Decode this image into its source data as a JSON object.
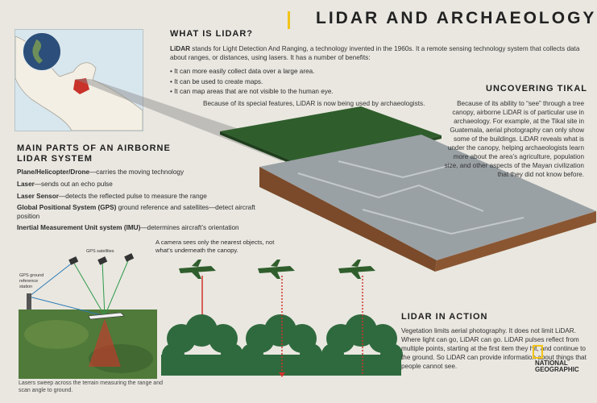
{
  "title": "LIDAR AND ARCHAEOLOGY",
  "what_is": {
    "heading": "WHAT IS LIDAR?",
    "lead_bold": "LiDAR",
    "paragraph": " stands for Light Detection And Ranging, a technology invented in the 1960s. It a remote sensing technology system that collects data about ranges, or distances, using lasers. It has a number of benefits:",
    "benefits": [
      "It can more easily collect data over a large area.",
      "It can be used to create maps.",
      "It can map areas that are not visible to the human eye."
    ],
    "closing": "Because of its special features, LiDAR is now being used by archaeologists."
  },
  "tikal": {
    "heading": "UNCOVERING TIKAL",
    "paragraph": "Because of its ability to “see” through a tree canopy, airborne LiDAR is of particular use in archaeology. For example, at the Tikal site in Guatemala, aerial photography can only show some of the buildings. LiDAR reveals what is under the canopy, helping archaeologists learn more about the area’s agriculture, population size, and other aspects of the Mayan civilization that they did not know before."
  },
  "parts": {
    "heading": "MAIN PARTS OF AN AIRBORNE LIDAR SYSTEM",
    "items": [
      {
        "term": "Plane/Helicopter/Drone",
        "desc": "—carries the moving technology"
      },
      {
        "term": "Laser",
        "desc": "—sends out an echo pulse"
      },
      {
        "term": "Laser Sensor",
        "desc": "—detects the reflected pulse to measure the range"
      },
      {
        "term": "Global Positional System (GPS)",
        "desc": " ground reference and satellites—detect aircraft position"
      },
      {
        "term": "Inertial Measurement Unit system (IMU)",
        "desc": "—determines aircraft’s orientation"
      }
    ]
  },
  "diagram": {
    "gps_satellites_label": "GPS satellites",
    "gps_ground_label": "GPS ground reference station",
    "photo_caption": "Lasers sweep across the terrain measuring the range and scan angle to ground.",
    "camera_note": "A camera sees only the nearest objects, not what’s underneath the canopy."
  },
  "action": {
    "heading": "LIDAR IN ACTION",
    "paragraph": "Vegetation limits aerial photography. It does not limit LiDAR. Where light can go, LiDAR can go. LiDAR pulses reflect from multiple points, starting at the first item they hit, and continue to the ground. So LiDAR can provide information about things that people cannot see."
  },
  "logo": {
    "line1": "NATIONAL",
    "line2": "GEOGRAPHIC"
  },
  "colors": {
    "accent": "#f2c318",
    "tree": "#2f6a3e",
    "laser": "#d2332b",
    "background": "#e9e7e0"
  }
}
